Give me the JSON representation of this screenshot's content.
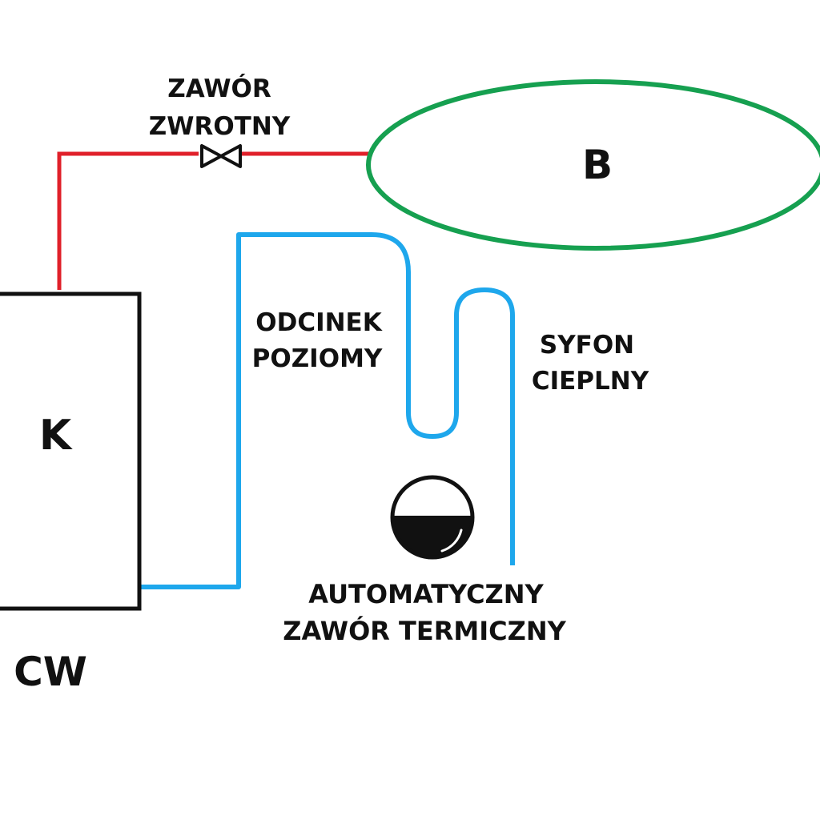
{
  "labels": {
    "check_valve_line1": "ZAWÓR",
    "check_valve_line2": "ZWROTNY",
    "tank": "B",
    "boiler": "K",
    "horizontal_line1": "ODCINEK",
    "horizontal_line2": "POZIOMY",
    "siphon_line1": "SYFON",
    "siphon_line2": "CIEPLNY",
    "thermal_valve_line1": "AUTOMATYCZNY",
    "thermal_valve_line2": "ZAWÓR TERMICZNY",
    "cold_water": "CW"
  },
  "colors": {
    "hot_pipe": "#e0202a",
    "cold_pipe": "#1ea7ec",
    "tank_outline": "#16a050",
    "outline": "#111111",
    "background": "#ffffff"
  },
  "icons": {
    "check_valve": "bowtie-valve-icon",
    "thermal_valve": "half-filled-circle-icon"
  }
}
